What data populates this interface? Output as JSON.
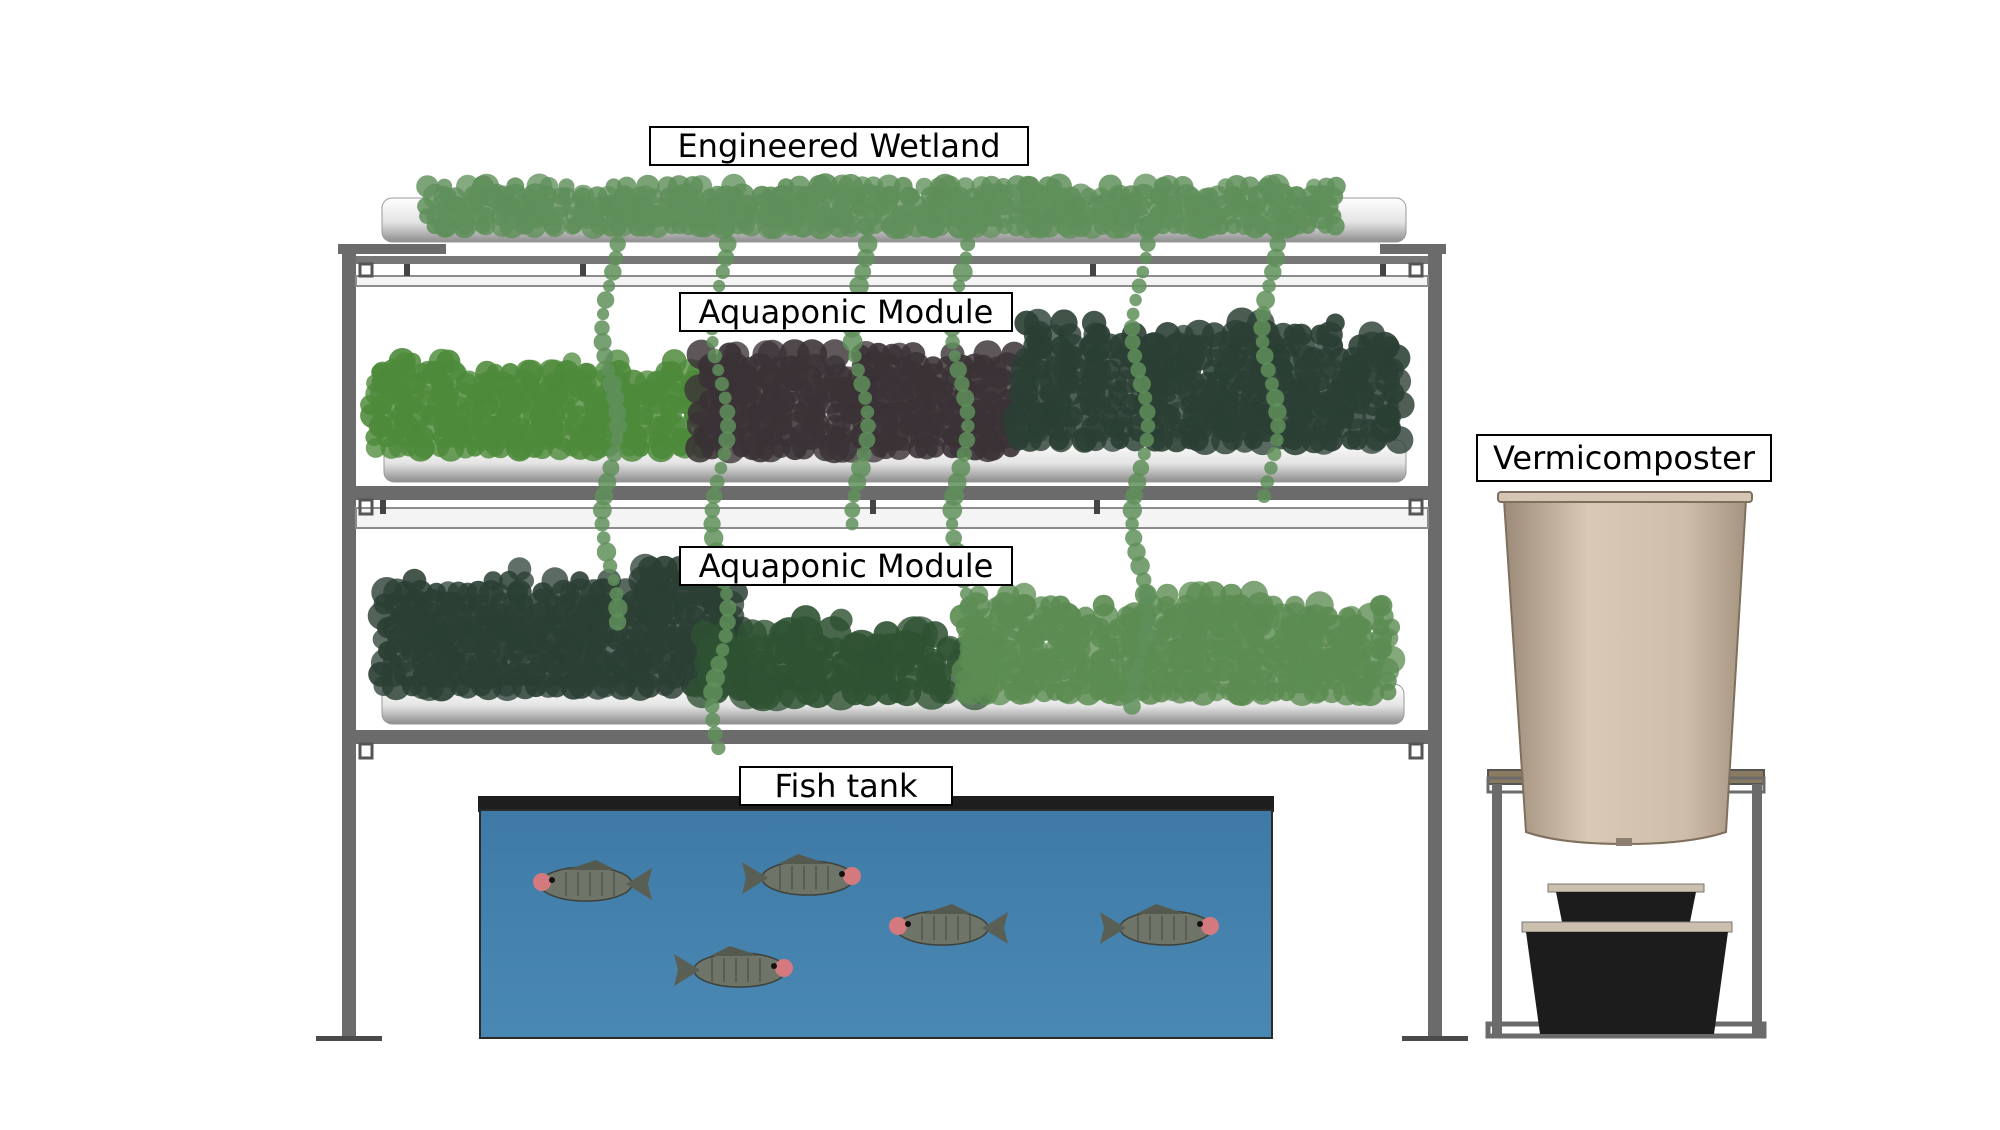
{
  "labels": {
    "wetland": "Engineered Wetland",
    "module_upper": "Aquaponic Module",
    "module_lower": "Aquaponic Module",
    "fish_tank": "Fish tank",
    "vermicomposter": "Vermicomposter"
  },
  "colors": {
    "frame": "#6b6b6b",
    "frame_dark": "#4a4a4a",
    "trough": "#ececec",
    "water": "#4a88b4",
    "water_dark": "#3f7aa6",
    "tank_rim": "#1e1e1e",
    "bin": "#c9b9a6",
    "bin_shadow": "#9c8b78",
    "tray": "#1c1c1c",
    "tray_lid": "#cbbfae",
    "fish": "#6e7468",
    "fish_head": "#d47a7f",
    "plant_light": "#4d8a3a",
    "plant_dark": "#2b3f34",
    "plant_dark_red": "#3a3236",
    "vine": "#5f8f5a"
  },
  "icons": {
    "fish": "tilapia-fish-icon",
    "plant": "leafy-plant-icon",
    "vine": "trailing-vine-icon",
    "bin": "compost-bin-icon"
  }
}
